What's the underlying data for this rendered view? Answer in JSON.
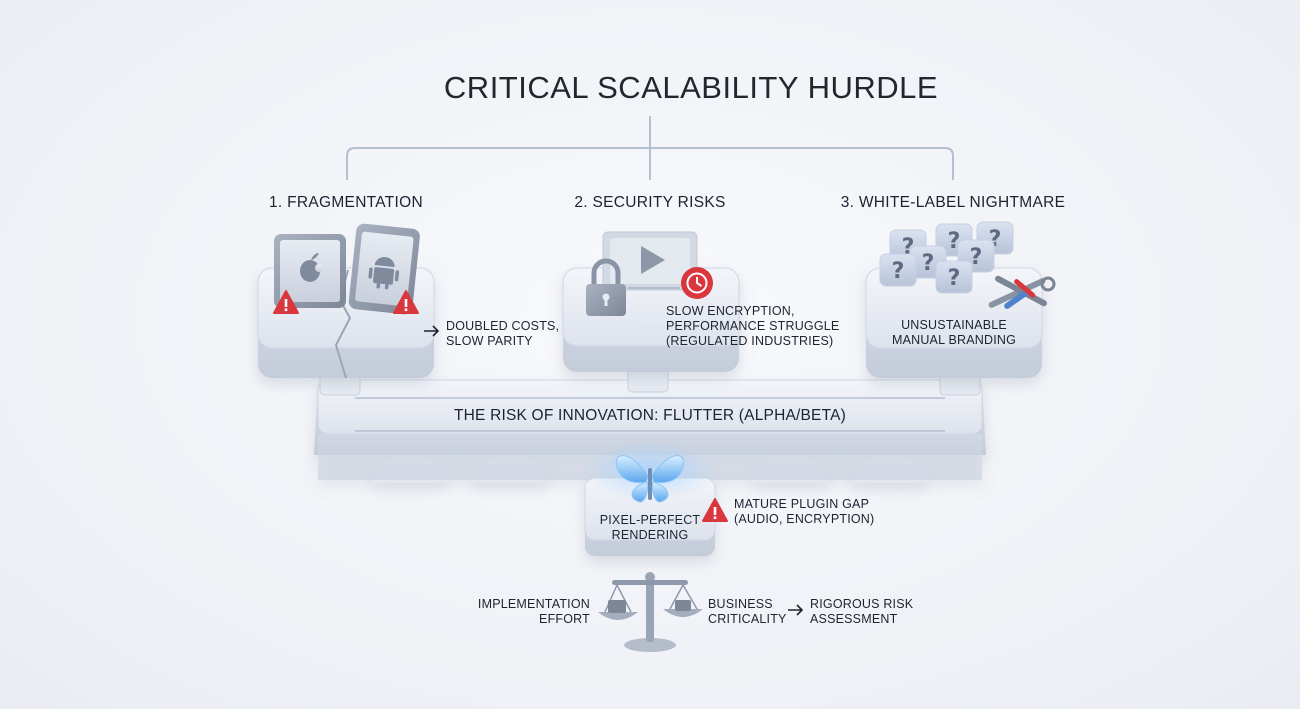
{
  "title": "CRITICAL SCALABILITY HURDLE",
  "hurdles": [
    {
      "heading": "1. FRAGMENTATION",
      "note": [
        "DOUBLED COSTS,",
        "SLOW PARITY"
      ]
    },
    {
      "heading": "2. SECURITY RISKS",
      "note": [
        "SLOW ENCRYPTION,",
        "PERFORMANCE STRUGGLE",
        "(REGULATED INDUSTRIES)"
      ]
    },
    {
      "heading": "3. WHITE-LABEL NIGHTMARE",
      "note": [
        "UNSUSTAINABLE",
        "MANUAL BRANDING"
      ]
    }
  ],
  "bridge": {
    "label": "THE RISK OF INNOVATION: FLUTTER (ALPHA/BETA)"
  },
  "flutter": {
    "strength": [
      "PIXEL-PERFECT",
      "RENDERING"
    ],
    "gap": [
      "MATURE PLUGIN GAP",
      "(AUDIO, ENCRYPTION)"
    ]
  },
  "assessment": {
    "left": [
      "IMPLEMENTATION",
      "EFFORT"
    ],
    "right": [
      "BUSINESS",
      "CRITICALITY"
    ],
    "result": [
      "RIGOROUS RISK",
      "ASSESSMENT"
    ]
  },
  "colors": {
    "warning": "#d9363e",
    "accent": "#5aa6ee",
    "platform": "#dfe4ee",
    "line": "#b4bfd2"
  },
  "icons": [
    "apple-icon",
    "android-icon",
    "lock-icon",
    "play-icon",
    "clock-icon",
    "question-icon",
    "tools-icon",
    "butterfly-icon",
    "scale-icon",
    "warning-icon",
    "arrow-right-icon"
  ]
}
